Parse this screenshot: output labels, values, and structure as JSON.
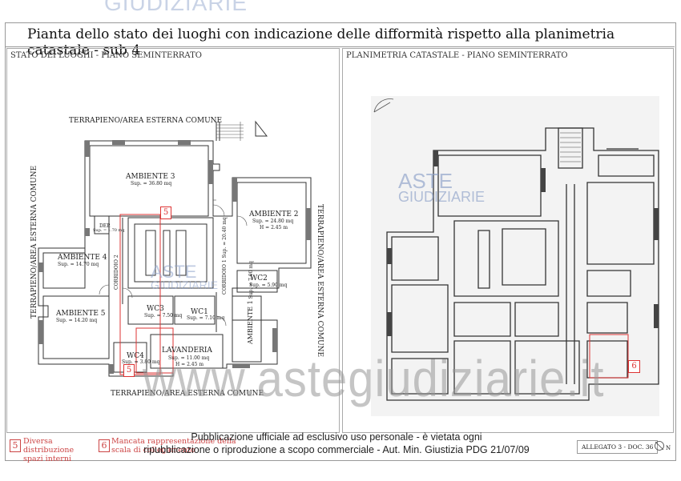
{
  "watermark_top": "GIUDIZIARIE",
  "title": "Pianta dello stato dei luoghi con indicazione delle difformità rispetto alla planimetria catastale - sub 4",
  "left_panel": {
    "label": "STATO DEI LUOGHI - PIANO SEMINTERRATO",
    "terrapieno_top": "TERRAPIENO/AREA ESTERNA COMUNE",
    "terrapieno_bottom": "TERRAPIENO/AREA ESTERNA COMUNE",
    "terrapieno_left": "TERRAPIENO/AREA ESTERNA COMUNE",
    "terrapieno_right": "TERRAPIENO/AREA ESTERNA COMUNE",
    "rooms": {
      "ambiente3": {
        "name": "AMBIENTE 3",
        "area": "Sup. = 36.80 mq"
      },
      "ambiente2": {
        "name": "AMBIENTE 2",
        "area": "Sup. = 24.80 mq",
        "h": "H = 2.45 m"
      },
      "ambiente4": {
        "name": "AMBIENTE 4",
        "area": "Sup. = 14.70 mq"
      },
      "ambiente5": {
        "name": "AMBIENTE 5",
        "area": "Sup. = 14.20 mq"
      },
      "ambiente1": {
        "name": "AMBIENTE 1",
        "area": "Sup. = 7.00 mq"
      },
      "wc1": {
        "name": "WC1",
        "area": "Sup. = 7.10 mq"
      },
      "wc2": {
        "name": "WC2",
        "area": "Sup. = 5.90 mq"
      },
      "wc3": {
        "name": "WC3",
        "area": "Sup. = 7.50 mq"
      },
      "wc4": {
        "name": "WC4",
        "area": "Sup. = 3.80 mq"
      },
      "lavanderia": {
        "name": "LAVANDERIA",
        "area": "Sup. = 11.00 mq",
        "h": "H = 2.45 m"
      },
      "dep": {
        "name": "DEP.",
        "area": "Sup. = 1.70 mq"
      },
      "corridoio1": {
        "name": "CORRIDOIO 1",
        "area": "Sup. = 20.40 mq"
      },
      "corridoio2": {
        "name": "CORRIDOIO 2"
      }
    },
    "tag5": "5"
  },
  "right_panel": {
    "label": "PLANIMETRIA CATASTALE - PIANO SEMINTERRATO",
    "tag6": "6"
  },
  "aste_logo": {
    "line1": "ASTE",
    "line2": "GIUDIZIARIE"
  },
  "legend": [
    {
      "num": "5",
      "text": "Diversa distribuzione spazi interni"
    },
    {
      "num": "6",
      "text": "Mancata rappresentazione della scala di collegamento"
    }
  ],
  "publication_notice": {
    "line1": "Pubblicazione ufficiale ad esclusivo uso personale - è vietata ogni",
    "line2": "ripubblicazione o riproduzione a scopo commerciale - Aut. Min. Giustizia PDG 21/07/09"
  },
  "allegato": "ALLEGATO 3 - DOC. 36",
  "north": "N",
  "watermark_url": "www.astegiudiziarie.it"
}
